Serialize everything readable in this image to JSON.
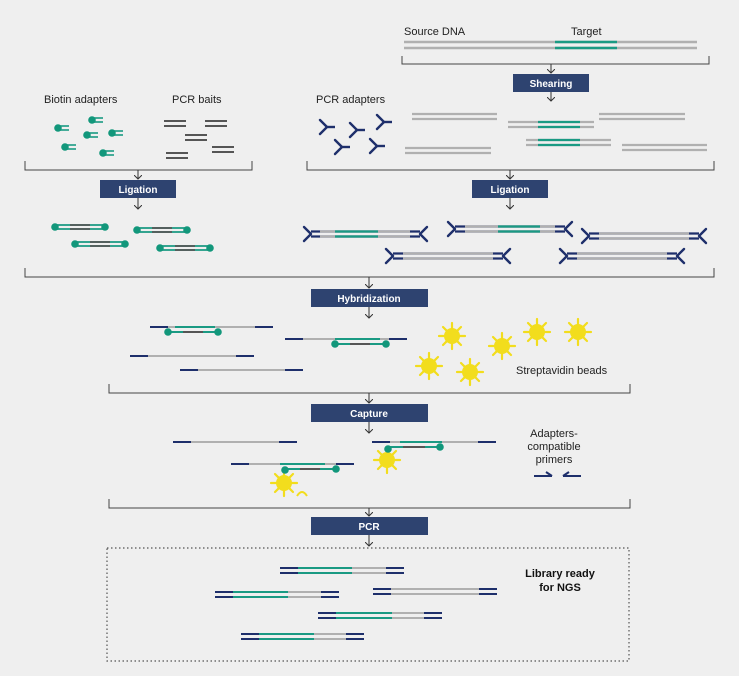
{
  "labels": {
    "source_dna": "Source DNA",
    "target": "Target",
    "biotin_adapters": "Biotin adapters",
    "pcr_baits": "PCR baits",
    "pcr_adapters": "PCR adapters",
    "streptavidin_beads": "Streptavidin beads",
    "primers_line1": "Adapters-",
    "primers_line2": "compatible",
    "primers_line3": "primers",
    "library_line1": "Library ready",
    "library_line2": "for NGS"
  },
  "stages": {
    "shearing": "Shearing",
    "ligation_left": "Ligation",
    "ligation_right": "Ligation",
    "hybridization": "Hybridization",
    "capture": "Capture",
    "pcr": "PCR"
  },
  "colors": {
    "background": "#efefef",
    "stage_box": "#2e4370",
    "adapter_navy": "#1e2f6b",
    "target_green": "#1a9a83",
    "dna_grey": "#b0b0b0",
    "bait_dark": "#555555",
    "bead_yellow": "#f2dd1d",
    "biotin_dot": "#12977b"
  }
}
